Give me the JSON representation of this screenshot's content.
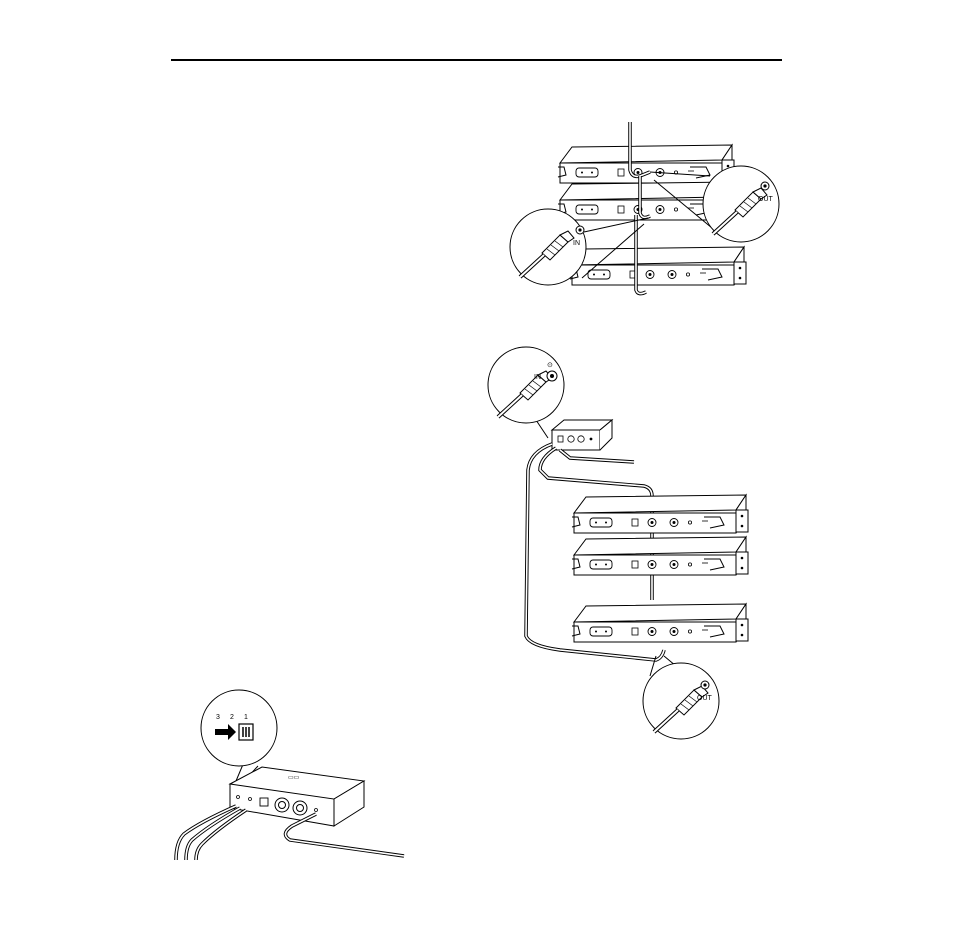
{
  "figures": {
    "top": {
      "callout_in": "IN",
      "callout_out": "OUT"
    },
    "middle": {
      "callout_in": "IN",
      "callout_out": "OUT"
    },
    "bottom": {
      "switch_positions": [
        "3",
        "2",
        "1"
      ]
    }
  }
}
